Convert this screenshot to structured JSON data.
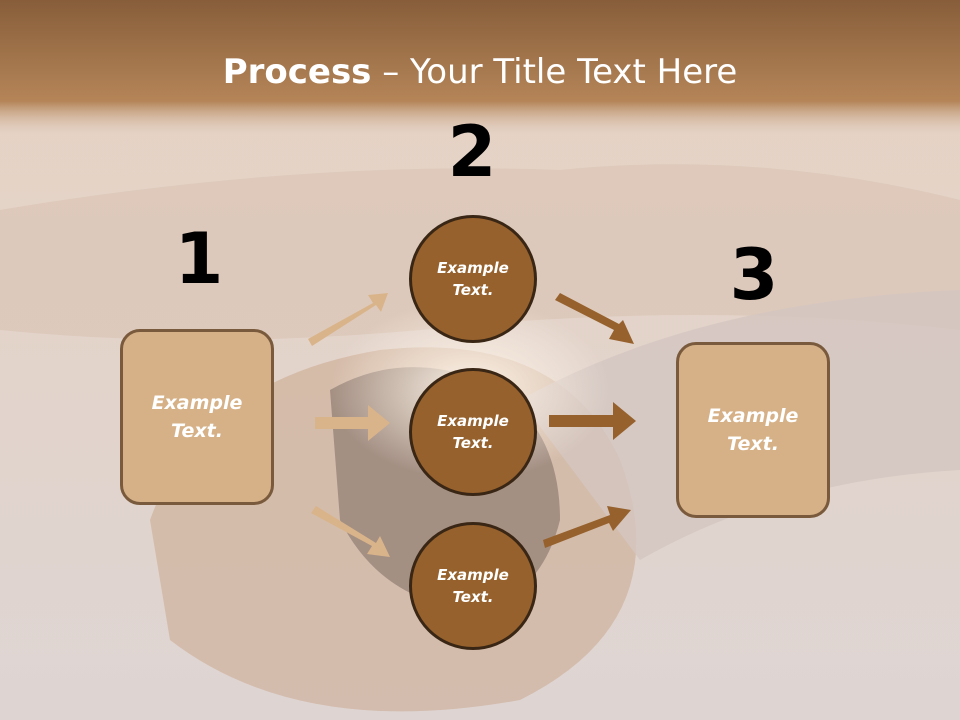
{
  "title": {
    "bold": "Process",
    "rest": " – Your Title Text Here"
  },
  "steps": {
    "one": {
      "number": "1",
      "label": "Example Text."
    },
    "two": {
      "number": "2"
    },
    "three": {
      "number": "3",
      "label": "Example Text."
    }
  },
  "circles": [
    {
      "label": "Example Text."
    },
    {
      "label": "Example Text."
    },
    {
      "label": "Example Text."
    }
  ],
  "colors": {
    "box_fill": "#d6b187",
    "circle_fill": "#96612c",
    "arrow_light": "#d9b48a",
    "arrow_dark": "#96612c",
    "header_band": "#a06f43"
  }
}
